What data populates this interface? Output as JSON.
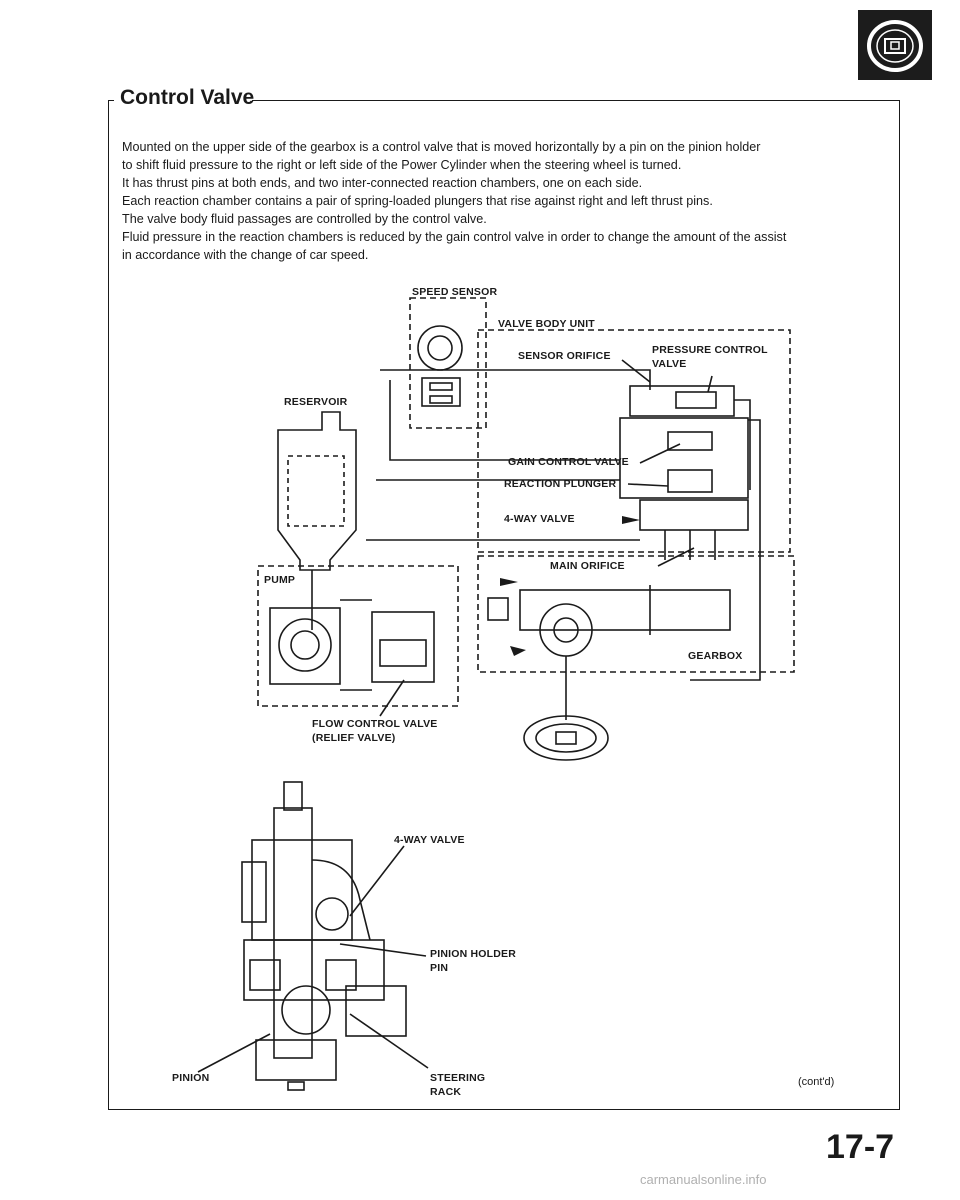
{
  "section": {
    "title": "Control Valve",
    "header_icon": "steering-wheel-icon"
  },
  "body_text": [
    "Mounted on the upper side of the gearbox is a control valve that is moved horizontally by a pin on the pinion holder",
    "to shift fluid pressure to the right or left side of the Power Cylinder when the steering wheel is turned.",
    "It has thrust pins at both ends, and two inter-connected reaction chambers, one on each side.",
    "Each reaction chamber contains a pair of spring-loaded plungers that rise against right and left thrust pins.",
    "The valve body fluid passages are controlled by the control valve.",
    "Fluid pressure in the reaction chambers is reduced by the gain control valve in order to change the amount of the assist",
    "in accordance with the change of car speed."
  ],
  "diagram": {
    "labels": {
      "speed_sensor": "SPEED SENSOR",
      "valve_body_unit": "VALVE BODY UNIT",
      "sensor_orifice": "SENSOR ORIFICE",
      "pressure_control_valve_1": "PRESSURE CONTROL",
      "pressure_control_valve_2": "VALVE",
      "reservoir": "RESERVOIR",
      "gain_control_valve": "GAIN CONTROL VALVE",
      "reaction_plunger": "REACTION PLUNGER",
      "four_way_valve": "4-WAY VALVE",
      "main_orifice": "MAIN ORIFICE",
      "pump": "PUMP",
      "gearbox": "GEARBOX",
      "flow_control_valve_1": "FLOW CONTROL VALVE",
      "flow_control_valve_2": "(RELIEF VALVE)"
    }
  },
  "cutaway": {
    "labels": {
      "four_way_valve": "4-WAY VALVE",
      "pinion_holder_pin_1": "PINION HOLDER",
      "pinion_holder_pin_2": "PIN",
      "pinion": "PINION",
      "steering_rack_1": "STEERING",
      "steering_rack_2": "RACK"
    }
  },
  "contd": "(cont'd)",
  "page_number": "17-7",
  "footer": "carmanualsonline.info"
}
